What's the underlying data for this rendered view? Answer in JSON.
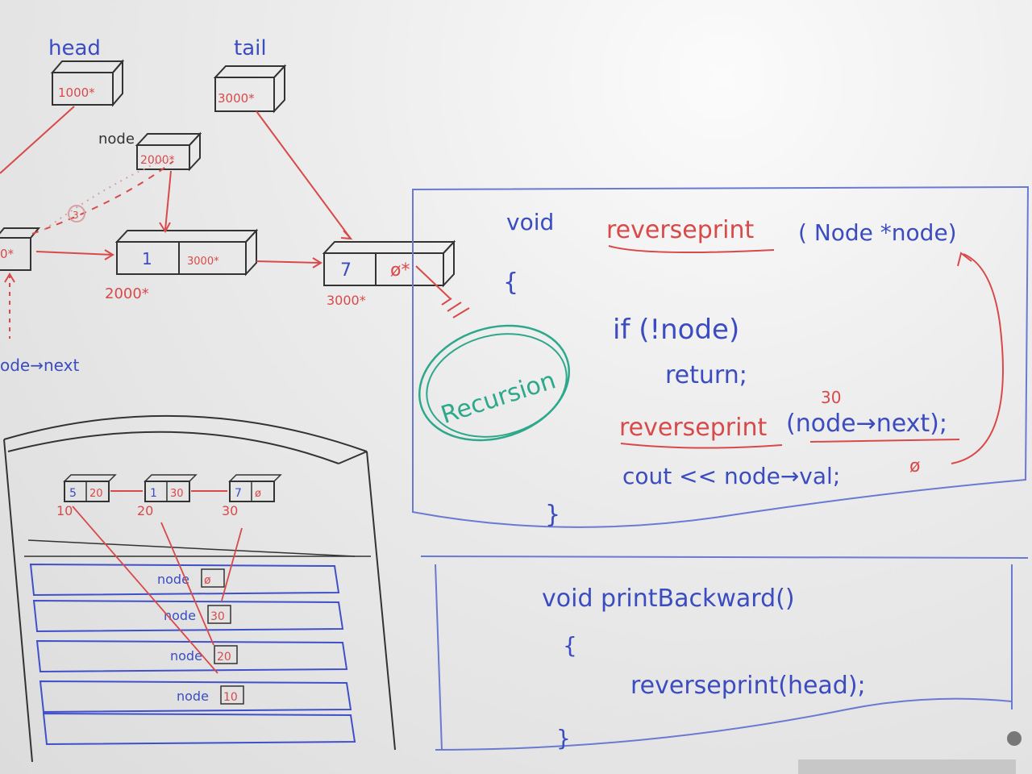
{
  "labels": {
    "head": "head",
    "tail": "tail",
    "node": "node",
    "head_val": "1000*",
    "tail_val": "3000*",
    "node_val": "2000*",
    "left_val": "0*",
    "num_1": "1",
    "ptr_3000": "3000*",
    "addr_2000": "2000*",
    "num_7": "7",
    "null_sym": "ø*",
    "addr_3000": "3000*",
    "node_next": "ode→next",
    "circled": "3"
  },
  "stack_diagram": {
    "list": [
      {
        "val": "5",
        "next": "20",
        "addr": "10"
      },
      {
        "val": "1",
        "next": "30",
        "addr": "20"
      },
      {
        "val": "7",
        "next": "ø",
        "addr": "30"
      }
    ],
    "frames": [
      {
        "label": "node",
        "val": "ø"
      },
      {
        "label": "node",
        "val": "30"
      },
      {
        "label": "node",
        "val": "20"
      },
      {
        "label": "node",
        "val": "10"
      }
    ]
  },
  "code1": {
    "sig_void": "void",
    "sig_name": "reverseprint",
    "sig_params": "( Node *node)",
    "open": "{",
    "line1": "if (!node)",
    "line2": "return;",
    "line3_name": "reverseprint",
    "line3_args": "(node→next);",
    "line3_note": "30",
    "line4": "cout << node→val;",
    "line4_note": "ø",
    "close": "}"
  },
  "recursion": "Recursion",
  "code2": {
    "sig": "void printBackward()",
    "open": "{",
    "call": "reverseprint(head);",
    "close": "}"
  },
  "colors": {
    "blue_marker": "#3b4cc0",
    "red_marker": "#d84a4a",
    "black_marker": "#333333",
    "teal_marker": "#2ea88a"
  }
}
